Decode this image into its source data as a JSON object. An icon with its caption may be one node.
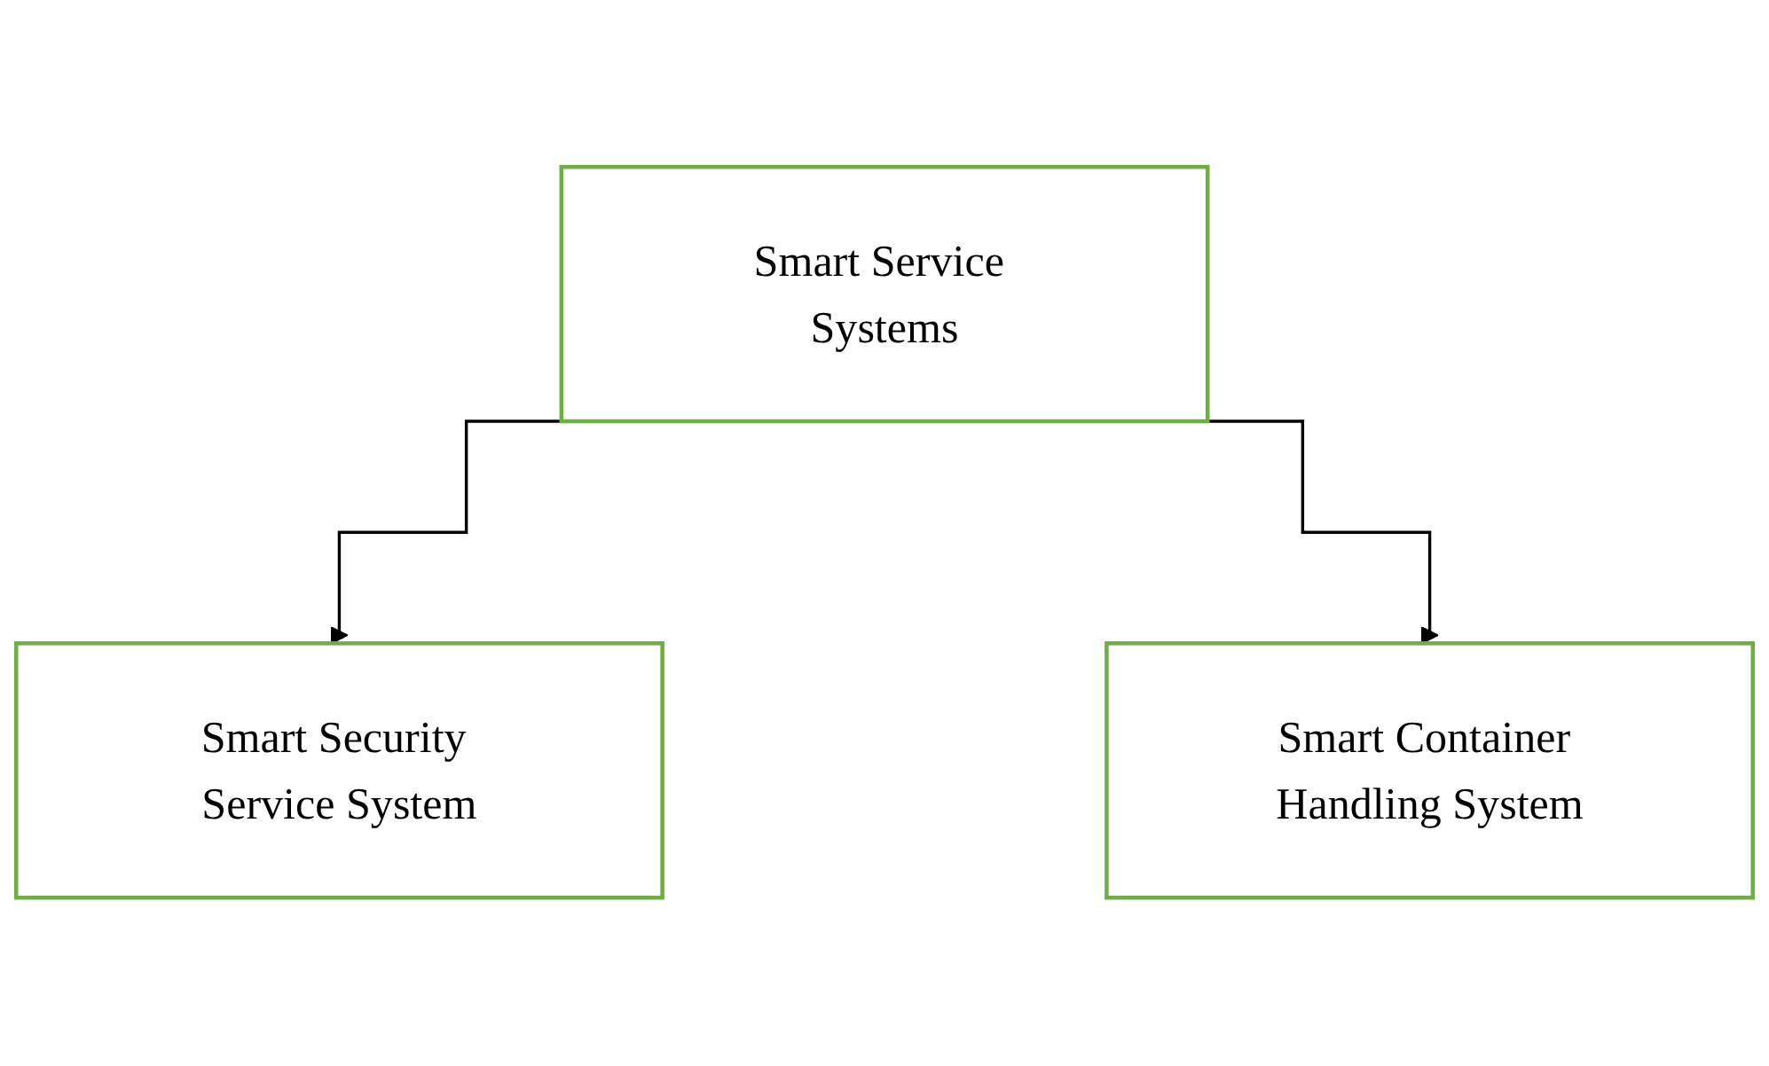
{
  "diagram": {
    "nodes": [
      {
        "text": [
          "Smart Service Systems"
        ]
      },
      {
        "text": [
          "Smart Security Service System"
        ]
      },
      {
        "text": [
          "Smart Container Handling System"
        ]
      }
    ],
    "edges": [
      {
        "from": 0,
        "to": 1,
        "arrow": "to"
      },
      {
        "from": 0,
        "to": 2,
        "arrow": "to"
      }
    ]
  }
}
